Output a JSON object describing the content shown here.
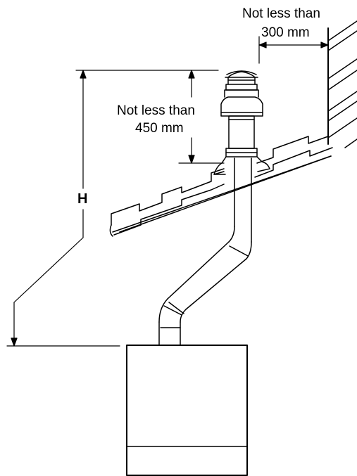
{
  "labels": {
    "side_clearance_line1": "Not less than",
    "side_clearance_line2": "300 mm",
    "top_clearance_line1": "Not less than",
    "top_clearance_line2": "450 mm",
    "height_label": "H"
  },
  "colors": {
    "line": "#000000",
    "background": "#ffffff"
  }
}
